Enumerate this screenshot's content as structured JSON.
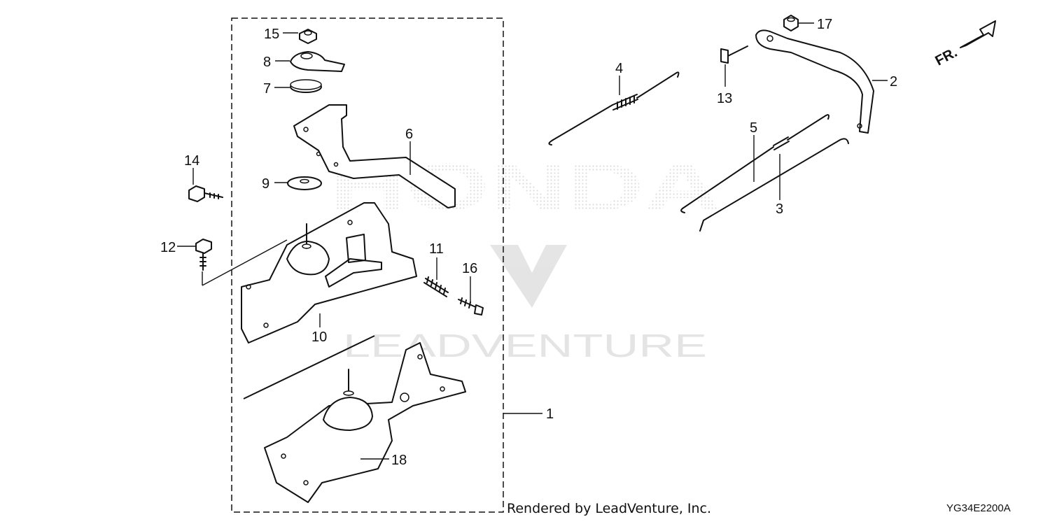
{
  "diagram": {
    "callouts": [
      {
        "id": "c15",
        "label": "15"
      },
      {
        "id": "c8",
        "label": "8"
      },
      {
        "id": "c7",
        "label": "7"
      },
      {
        "id": "c6",
        "label": "6"
      },
      {
        "id": "c9",
        "label": "9"
      },
      {
        "id": "c14",
        "label": "14"
      },
      {
        "id": "c12",
        "label": "12"
      },
      {
        "id": "c11",
        "label": "11"
      },
      {
        "id": "c16",
        "label": "16"
      },
      {
        "id": "c10",
        "label": "10"
      },
      {
        "id": "c1",
        "label": "1"
      },
      {
        "id": "c18",
        "label": "18"
      },
      {
        "id": "c4",
        "label": "4"
      },
      {
        "id": "c5",
        "label": "5"
      },
      {
        "id": "c3",
        "label": "3"
      },
      {
        "id": "c17",
        "label": "17"
      },
      {
        "id": "c13",
        "label": "13"
      },
      {
        "id": "c2",
        "label": "2"
      }
    ],
    "direction_label": "FR.",
    "credit": "Rendered by LeadVenture, Inc.",
    "drawing_code": "YG34E2200A",
    "watermark_honda": "HONDA",
    "watermark_leadventure": "LEADVENTURE"
  }
}
